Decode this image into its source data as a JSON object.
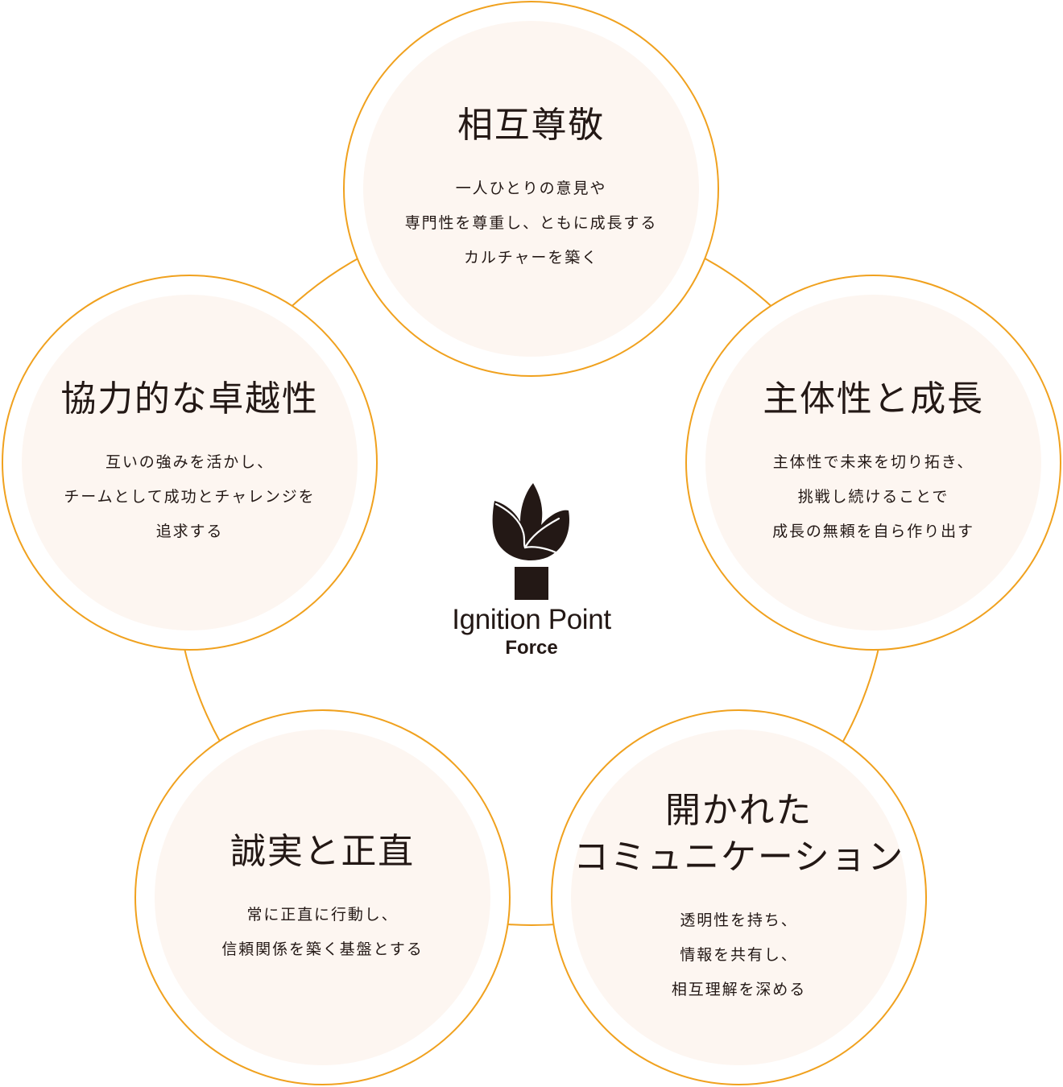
{
  "colors": {
    "ring": "#F0A11E",
    "fill": "#FDF6F1",
    "text": "#231815",
    "background": "#FFFFFF"
  },
  "logo": {
    "icon": "flame-leaf-icon",
    "name": "Ignition Point",
    "sub": "Force"
  },
  "values": [
    {
      "position": "top",
      "title": [
        "相互尊敬"
      ],
      "description": [
        "一人ひとりの意見や",
        "専門性を尊重し、ともに成長する",
        "カルチャーを築く"
      ]
    },
    {
      "position": "left",
      "title": [
        "協力的な卓越性"
      ],
      "description": [
        "互いの強みを活かし、",
        "チームとして成功とチャレンジを",
        "追求する"
      ]
    },
    {
      "position": "right",
      "title": [
        "主体性と成長"
      ],
      "description": [
        "主体性で未来を切り拓き、",
        "挑戦し続けることで",
        "成長の無頼を自ら作り出す"
      ]
    },
    {
      "position": "bottom-left",
      "title": [
        "誠実と正直"
      ],
      "description": [
        "常に正直に行動し、",
        "信頼関係を築く基盤とする"
      ]
    },
    {
      "position": "bottom-right",
      "title": [
        "開かれた",
        "コミュニケーション"
      ],
      "description": [
        "透明性を持ち、",
        "情報を共有し、",
        "相互理解を深める"
      ]
    }
  ]
}
